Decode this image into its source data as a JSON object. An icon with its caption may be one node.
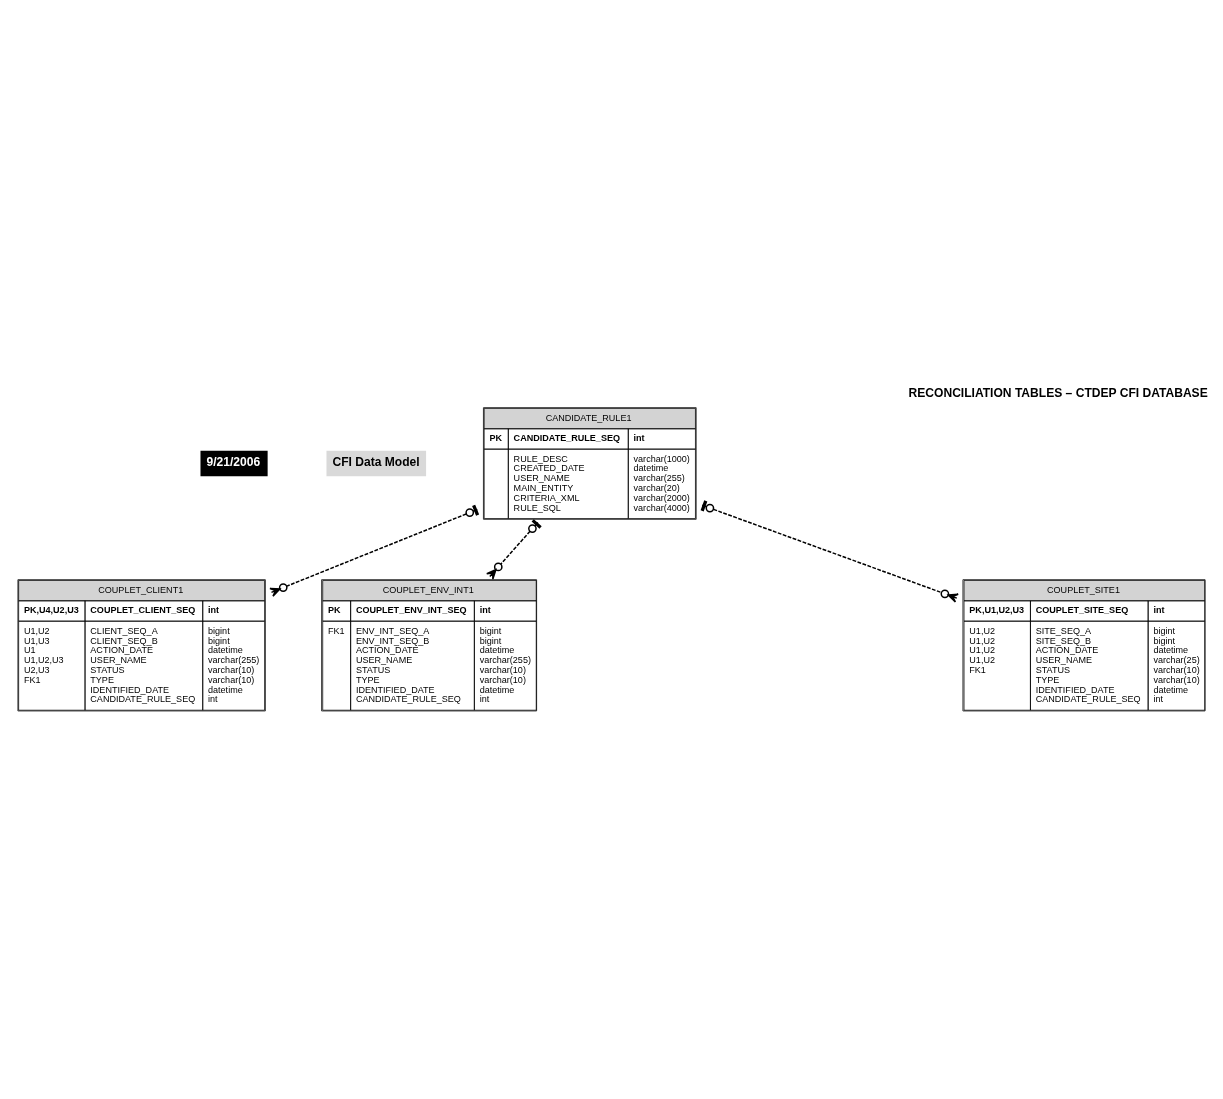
{
  "diagram": {
    "title": "RECONCILIATION TABLES – CTDEP CFI DATABASE",
    "nodes": [
      {
        "text": [
          "CANDIDATE_RULE1",
          "PK",
          "CANDIDATE_RULE_SEQ",
          "int",
          "RULE_DESC CREATED_DATE USER_NAME MAIN_ENTITY CRITERIA_XML RULE_SQL",
          "varchar(1000) datetime varchar(255) varchar(20) varchar(2000) varchar(4000)"
        ]
      },
      {
        "text": [
          "COUPLET_CLIENT1",
          "PK,U4,U2,U3",
          "COUPLET_CLIENT_SEQ",
          "int",
          "U1,U2 U1,U3 U1 U1,U2,U3 U2,U3 FK1",
          "CLIENT_SEQ_A CLIENT_SEQ_B ACTION_DATE USER_NAME STATUS TYPE IDENTIFIED_DATE CANDIDATE_RULE_SEQ",
          "bigint bigint datetime varchar(255) varchar(10) varchar(10) datetime int"
        ]
      },
      {
        "text": [
          "COUPLET_ENV_INT1",
          "PK",
          "COUPLET_ENV_INT_SEQ",
          "int",
          "FK1",
          "ENV_INT_SEQ_A ENV_INT_SEQ_B ACTION_DATE USER_NAME STATUS TYPE IDENTIFIED_DATE CANDIDATE_RULE_SEQ",
          "bigint bigint datetime varchar(255) varchar(10) varchar(10) datetime int"
        ]
      },
      {
        "text": [
          "COUPLET_SITE1",
          "PK,U1,U2,U3",
          "COUPLET_SITE_SEQ",
          "int",
          "U1,U2 U1,U2 U1,U2 U1,U2 FK1",
          "SITE_SEQ_A SITE_SEQ_B ACTION_DATE USER_NAME STATUS TYPE IDENTIFIED_DATE CANDIDATE_RULE_SEQ",
          "bigint bigint datetime varchar(25) varchar(10) varchar(10) datetime int"
        ]
      }
    ],
    "edges": [
      {
        "from": 0,
        "to": 1,
        "arrow": "other",
        "style": "dashed"
      },
      {
        "from": 0,
        "to": 3,
        "arrow": "other",
        "style": "dashed"
      },
      {
        "from": 0,
        "to": 2,
        "arrow": "other",
        "style": "dashed"
      }
    ],
    "labels": [
      "9/21/2006",
      "CFI Data Model"
    ]
  }
}
